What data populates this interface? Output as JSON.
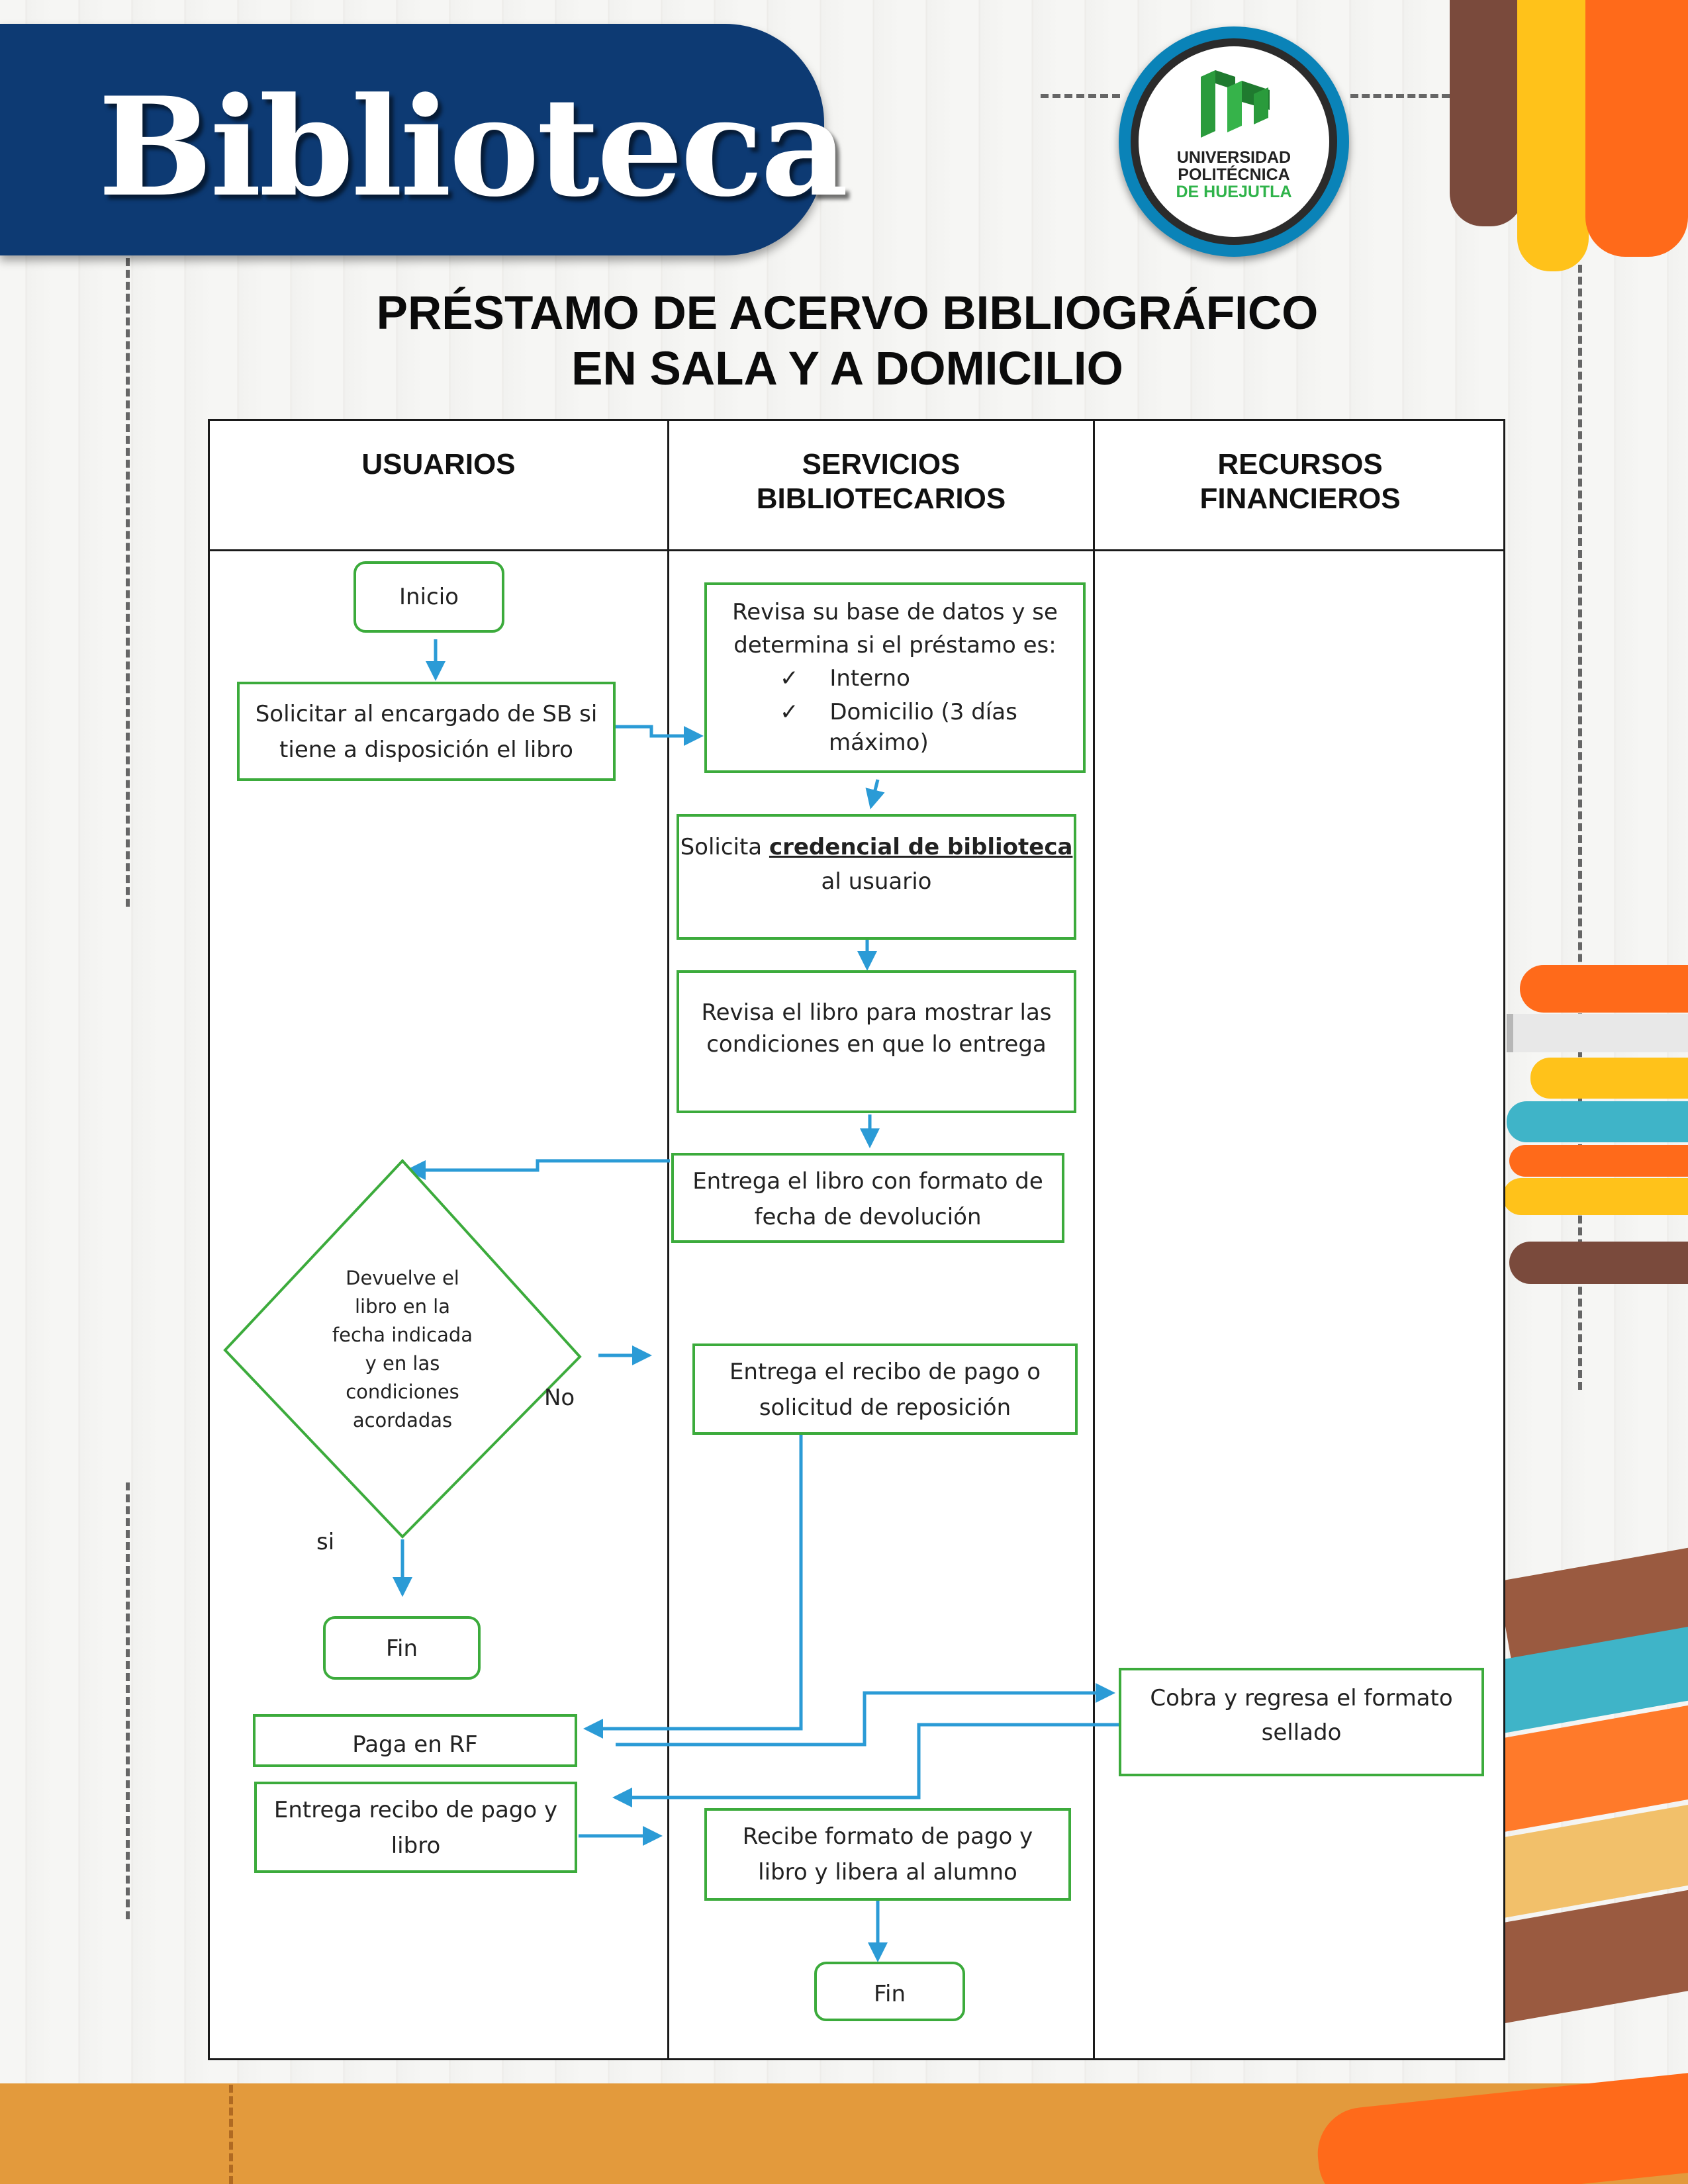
{
  "banner": {
    "title": "Biblioteca"
  },
  "logo": {
    "line1": "UNIVERSIDAD",
    "line2": "POLITÉCNICA",
    "line3": "DE HUEJUTLA"
  },
  "title": {
    "line1": "PRÉSTAMO DE ACERVO BIBLIOGRÁFICO",
    "line2": "EN SALA Y A DOMICILIO"
  },
  "columns": [
    {
      "line1": "USUARIOS",
      "line2": ""
    },
    {
      "line1": "SERVICIOS",
      "line2": "BIBLIOTECARIOS"
    },
    {
      "line1": "RECURSOS",
      "line2": "FINANCIEROS"
    }
  ],
  "nodes": {
    "inicio": "Inicio",
    "solicitar": {
      "line1": "Solicitar al encargado de SB si",
      "line2": "tiene a disposición el libro"
    },
    "revisa_base": {
      "line1": "Revisa su base de datos y se",
      "line2": "determina si el préstamo es:",
      "opt1": "Interno",
      "opt2": "Domicilio (3 días",
      "opt2b": "máximo)",
      "check": "✓"
    },
    "solicita_credencial": {
      "prefix": "Solicita ",
      "emph": "credencial de biblioteca",
      "line2": "al usuario"
    },
    "revisa_libro": {
      "line1": "Revisa el libro para mostrar las",
      "line2": "condiciones en que lo entrega"
    },
    "entrega_libro": {
      "line1": "Entrega el libro con formato de",
      "line2": "fecha de devolución"
    },
    "devuelve": {
      "line1": "Devuelve el",
      "line2": "libro en la",
      "line3": "fecha indicada",
      "line4": "y en las",
      "line5": "condiciones",
      "line6": "acordadas"
    },
    "entrega_recibo": {
      "line1": "Entrega el recibo de pago o",
      "line2": "solicitud de reposición"
    },
    "fin1": "Fin",
    "paga_rf": "Paga en RF",
    "cobra": {
      "line1": "Cobra y regresa el formato",
      "line2": "sellado"
    },
    "entrega_pago": {
      "line1": "Entrega recibo de pago y",
      "line2": "libro"
    },
    "recibe": {
      "line1": "Recibe formato de pago y",
      "line2": "libro y libera al alumno"
    },
    "fin2": "Fin"
  },
  "labels": {
    "no": "No",
    "si": "si"
  },
  "colors": {
    "navy": "#0d3a73",
    "box_border": "#3cab3c",
    "arrow": "#2b9bd6",
    "footer": "#e39a3c"
  }
}
